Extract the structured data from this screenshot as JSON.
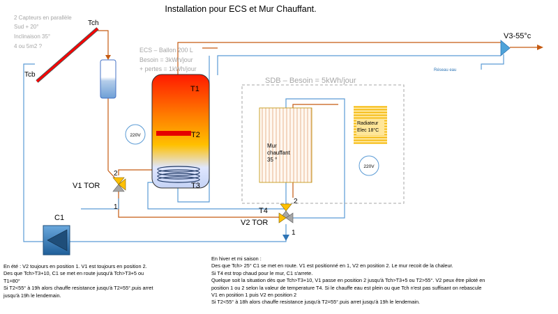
{
  "title": "Installation pour ECS et Mur Chauffant.",
  "panel_notes": [
    "2 Capteurs en parallèle",
    "Sud + 20°",
    "Inclinaison 35°",
    "4 ou 5m2 ?"
  ],
  "labels": {
    "tch": "Tch",
    "tcb": "Tcb",
    "v3": "V3-55°c",
    "reseau": "Réseau eau",
    "tank_title": "ECS – Ballon 200 L",
    "tank_need": "Besoin = 3kWh/jour",
    "tank_loss": "+ pertes = 1kWh/jour",
    "t1": "T1",
    "t2": "T2",
    "t3": "T3",
    "t4": "T4",
    "v220_tank": "220V",
    "v220_room": "220V",
    "sdb": "SDB – Besoin = 5kWh/jour",
    "wall_line1": "Mur",
    "wall_line2": "chauffant",
    "wall_line3": "35 °",
    "radiator_line1": "Radiateur",
    "radiator_line2": "Elec 18°C",
    "v1": "V1 TOR",
    "v1_port2": "2",
    "v1_port1": "1",
    "v2": "V2 TOR",
    "v2_port2": "2",
    "v2_port1": "1",
    "c1": "C1"
  },
  "summer_notes": [
    "En été : V2 toujours en position 1. V1 est toujours en position 2.",
    "Des que Tch>T3+10, C1 se met en route jusqu'à Tch>T3+5 ou",
    "T1=80°",
    "Si T2<55° à 19h alors chauffe resistance jusqu'à T2=55°.puis arret",
    "jusqu'à 19h le lendemain."
  ],
  "winter_notes": [
    "En hiver et mi saison :",
    "Des que Tch> 25° C1 se met en route. V1 est positionné en 1, V2 en position 2. Le mur recoit de la chaleur.",
    "Si T4 est trop chaud pour le mur,  C1 s'arrete.",
    "Quelque soit la situation dès que Tch>T3+10, V1 passe en position 2  jusqu'à Tch>T3+5 ou T2>55°. V2 peux être piloté en",
    "position 1 ou 2 selon la valeur de temperature T4. Si le chauffe eau est plein ou que Tch n'est pas suffisant on rebascule",
    "V1 en position 1 puis V2 en position 2",
    "Si T2<55° à 18h alors chauffe resistance jusqu'à T2=55°.puis arret jusqu'à 19h le lendemain."
  ],
  "colors": {
    "hot_pipe": "#c55a11",
    "cold_pipe": "#5b9bd5",
    "collector": "#ff0000",
    "valve_yellow": "#ffc000",
    "valve_gray": "#a6a6a6",
    "pump": "#2e75b6",
    "v3_valve": "#4ea3d9"
  }
}
